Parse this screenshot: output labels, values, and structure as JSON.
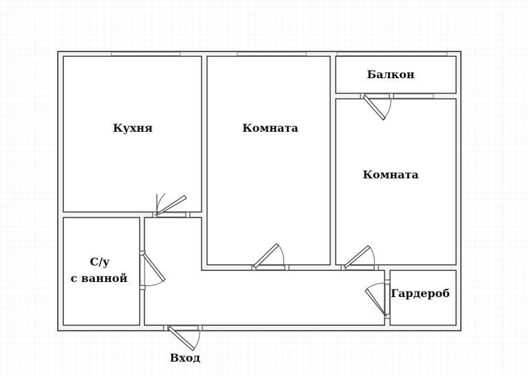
{
  "rooms": {
    "kitchen": "Кухня",
    "room1": "Комната",
    "room2": "Комната",
    "balcony": "Балкон",
    "bathroom_line1": "С/у",
    "bathroom_line2": "с ванной",
    "wardrobe": "Гардероб",
    "entrance": "Вход"
  },
  "colors": {
    "wall": "#2b2b2b",
    "grid": "#d9dde3",
    "background": "#ffffff"
  }
}
